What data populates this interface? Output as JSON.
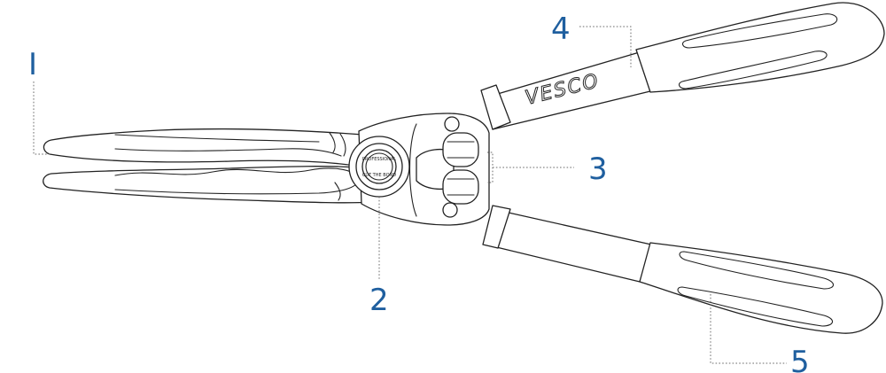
{
  "diagram": {
    "brand_text": "VESCO",
    "pivot_text_top": "PROFESSIONAL",
    "pivot_text_bottom": "CUT THE BOND",
    "callouts": [
      {
        "id": "1",
        "label": "I"
      },
      {
        "id": "2",
        "label": "2"
      },
      {
        "id": "3",
        "label": "3"
      },
      {
        "id": "4",
        "label": "4"
      },
      {
        "id": "5",
        "label": "5"
      }
    ]
  },
  "colors": {
    "label": "#1f5f9f",
    "line": "#222222",
    "leader": "#6b6b6b"
  }
}
